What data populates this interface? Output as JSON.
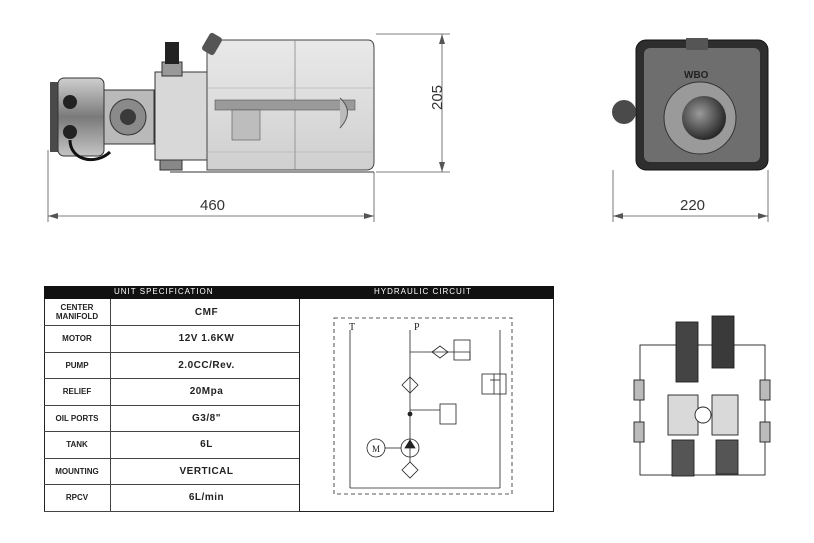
{
  "dimensions": {
    "length": "460",
    "height": "205",
    "width": "220"
  },
  "spec_table": {
    "title": "UNIT SPECIFICATION",
    "rows": [
      {
        "key": "CENTER MANIFOLD",
        "key_line1": "CENTER",
        "key_line2": "MANIFOLD",
        "value": "CMF"
      },
      {
        "key": "MOTOR",
        "value": "12V 1.6KW"
      },
      {
        "key": "PUMP",
        "value": "2.0CC/Rev."
      },
      {
        "key": "RELIEF",
        "value": "20Mpa"
      },
      {
        "key": "OIL PORTS",
        "value": "G3/8\""
      },
      {
        "key": "TANK",
        "value": "6L"
      },
      {
        "key": "MOUNTING",
        "value": "VERTICAL"
      },
      {
        "key": "RPCV",
        "value": "6L/min"
      }
    ]
  },
  "hydraulic_circuit": {
    "title": "HYDRAULIC CIRCUIT",
    "tank_port": "T",
    "pressure_port": "P",
    "motor_symbol": "M"
  },
  "end_view_label": "WBO"
}
